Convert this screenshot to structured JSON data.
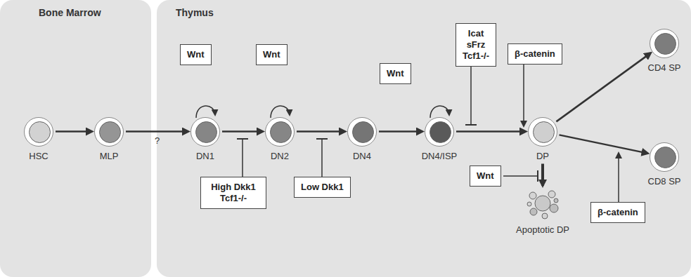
{
  "diagram": {
    "nodes": [
      {
        "text": [
          "Bone Marrow"
        ]
      },
      {
        "text": [
          "Thymus"
        ]
      },
      {
        "text": [
          "HSC"
        ],
        "in": 0
      },
      {
        "text": [
          "MLP"
        ],
        "in": 0
      },
      {
        "text": [
          "DN1"
        ],
        "in": 1
      },
      {
        "text": [
          "DN2"
        ],
        "in": 1
      },
      {
        "text": [
          "DN4"
        ],
        "in": 1
      },
      {
        "text": [
          "DN4/ISP"
        ],
        "in": 1
      },
      {
        "text": [
          "DP"
        ],
        "in": 1
      },
      {
        "text": [
          "CD4 SP"
        ],
        "in": 1
      },
      {
        "text": [
          "CD8 SP"
        ],
        "in": 1
      },
      {
        "text": [
          "Apoptotic DP"
        ],
        "in": 1
      },
      {
        "text": [
          "Wnt"
        ],
        "in": 1
      },
      {
        "text": [
          "Wnt"
        ],
        "in": 1
      },
      {
        "text": [
          "Wnt"
        ],
        "in": 1
      },
      {
        "text": [
          "High Dkk1 Tcf1-/-"
        ],
        "in": 1
      },
      {
        "text": [
          "Low Dkk1"
        ],
        "in": 1
      },
      {
        "text": [
          "Icat sFrz Tcf1-/-"
        ],
        "in": 1
      },
      {
        "text": [
          "β-catenin"
        ],
        "in": 1
      },
      {
        "text": [
          "Wnt"
        ],
        "in": 1
      },
      {
        "text": [
          "β-catenin"
        ],
        "in": 1
      }
    ],
    "edges": [
      {
        "from": 2,
        "to": 3,
        "arrow": "to"
      },
      {
        "from": 3,
        "to": 4,
        "arrow": "to",
        "label": "?"
      },
      {
        "from": 4,
        "to": 5,
        "arrow": "to"
      },
      {
        "from": 5,
        "to": 6,
        "arrow": "to"
      },
      {
        "from": 6,
        "to": 7,
        "arrow": "to"
      },
      {
        "from": 7,
        "to": 8,
        "arrow": "to"
      },
      {
        "from": 8,
        "to": 9,
        "arrow": "to"
      },
      {
        "from": 8,
        "to": 10,
        "arrow": "to"
      },
      {
        "from": 8,
        "to": 11,
        "arrow": "to"
      }
    ]
  }
}
